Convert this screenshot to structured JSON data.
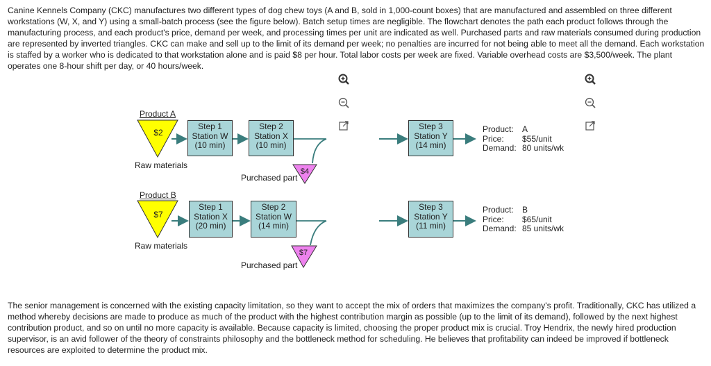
{
  "intro_text": "Canine Kennels Company (CKC) manufactures two different types of dog chew toys (A and B, sold in 1,000-count boxes) that are manufactured and assembled on three different workstations (W, X, and Y) using a small-batch process (see the figure below). Batch setup times are negligible. The flowchart denotes the path each product follows through the manufacturing process, and each product's price, demand per week, and processing times per unit are indicated as well. Purchased parts and raw materials consumed during production are represented by inverted triangles. CKC can make and sell up to the limit of its demand per week; no penalties are incurred for not being able to meet all the demand. Each workstation is staffed by a worker who is dedicated to that workstation alone and is paid $8 per hour. Total labor costs per week are fixed. Variable overhead costs are $3,500/week. The plant operates one 8-hour shift per day, or 40 hours/week.",
  "closing_text": "The senior management is concerned with the existing capacity limitation, so they want to accept the mix of orders that maximizes the company's profit. Traditionally, CKC has utilized a method whereby decisions are made to produce as much of the product with the highest contribution margin as possible (up to the limit of its demand), followed by the next highest contribution product, and so on until no more capacity is available. Because capacity is limited, choosing the proper product mix is crucial. Troy Hendrix, the newly hired production supervisor, is an avid follower of the theory of constraints philosophy and the bottleneck method for scheduling. He believes that profitability can indeed be improved if bottleneck resources are exploited to determine the product mix.",
  "figure": {
    "product_a": {
      "title": "Product A",
      "raw_cost": "$2",
      "raw_label": "Raw materials",
      "step1": {
        "line1": "Step 1",
        "line2": "Station W",
        "line3": "(10 min)"
      },
      "step2": {
        "line1": "Step 2",
        "line2": "Station X",
        "line3": "(10 min)"
      },
      "purchased_cost": "$4",
      "purchased_label": "Purchased part",
      "step3": {
        "line1": "Step 3",
        "line2": "Station Y",
        "line3": "(14 min)"
      },
      "info": {
        "product_key": "Product:",
        "product_val": "A",
        "price_key": "Price:",
        "price_val": "$55/unit",
        "demand_key": "Demand:",
        "demand_val": "80 units/wk"
      }
    },
    "product_b": {
      "title": "Product B",
      "raw_cost": "$7",
      "raw_label": "Raw materials",
      "step1": {
        "line1": "Step 1",
        "line2": "Station X",
        "line3": "(20 min)"
      },
      "step2": {
        "line1": "Step 2",
        "line2": "Station W",
        "line3": "(14 min)"
      },
      "purchased_cost": "$7",
      "purchased_label": "Purchased part",
      "step3": {
        "line1": "Step 3",
        "line2": "Station Y",
        "line3": "(11 min)"
      },
      "info": {
        "product_key": "Product:",
        "product_val": "B",
        "price_key": "Price:",
        "price_val": "$65/unit",
        "demand_key": "Demand:",
        "demand_val": "85 units/wk"
      }
    }
  },
  "controls": {
    "left": [
      "zoom-in-icon",
      "zoom-out-icon",
      "open-external-icon"
    ],
    "right": [
      "zoom-in-icon",
      "zoom-out-icon",
      "open-external-icon"
    ]
  },
  "colors": {
    "station_fill": "#a9d5d8",
    "raw_material_fill": "#ffff00",
    "purchased_part_fill": "#ee82ee",
    "arrow": "#3a7d7d"
  }
}
